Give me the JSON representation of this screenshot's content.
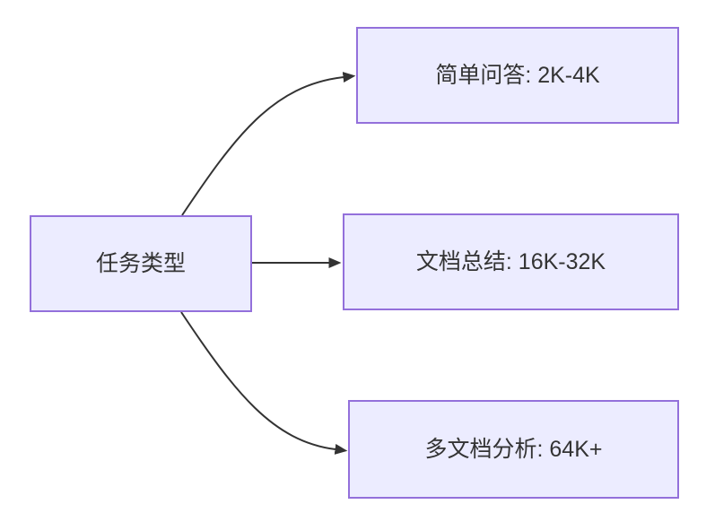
{
  "diagram": {
    "type": "flowchart",
    "direction": "left-to-right",
    "root": {
      "label": "任务类型"
    },
    "branches": [
      {
        "label": "简单问答: 2K-4K"
      },
      {
        "label": "文档总结: 16K-32K"
      },
      {
        "label": "多文档分析: 64K+"
      }
    ],
    "edges": [
      {
        "from": "任务类型",
        "to": "简单问答: 2K-4K",
        "shape": "curved-up"
      },
      {
        "from": "任务类型",
        "to": "文档总结: 16K-32K",
        "shape": "straight"
      },
      {
        "from": "任务类型",
        "to": "多文档分析: 64K+",
        "shape": "curved-down"
      }
    ],
    "colors": {
      "node_fill": "#ECECFF",
      "node_border": "#9370DB",
      "edge_stroke": "#333333",
      "text": "#333333",
      "background": "#FFFFFF"
    }
  }
}
